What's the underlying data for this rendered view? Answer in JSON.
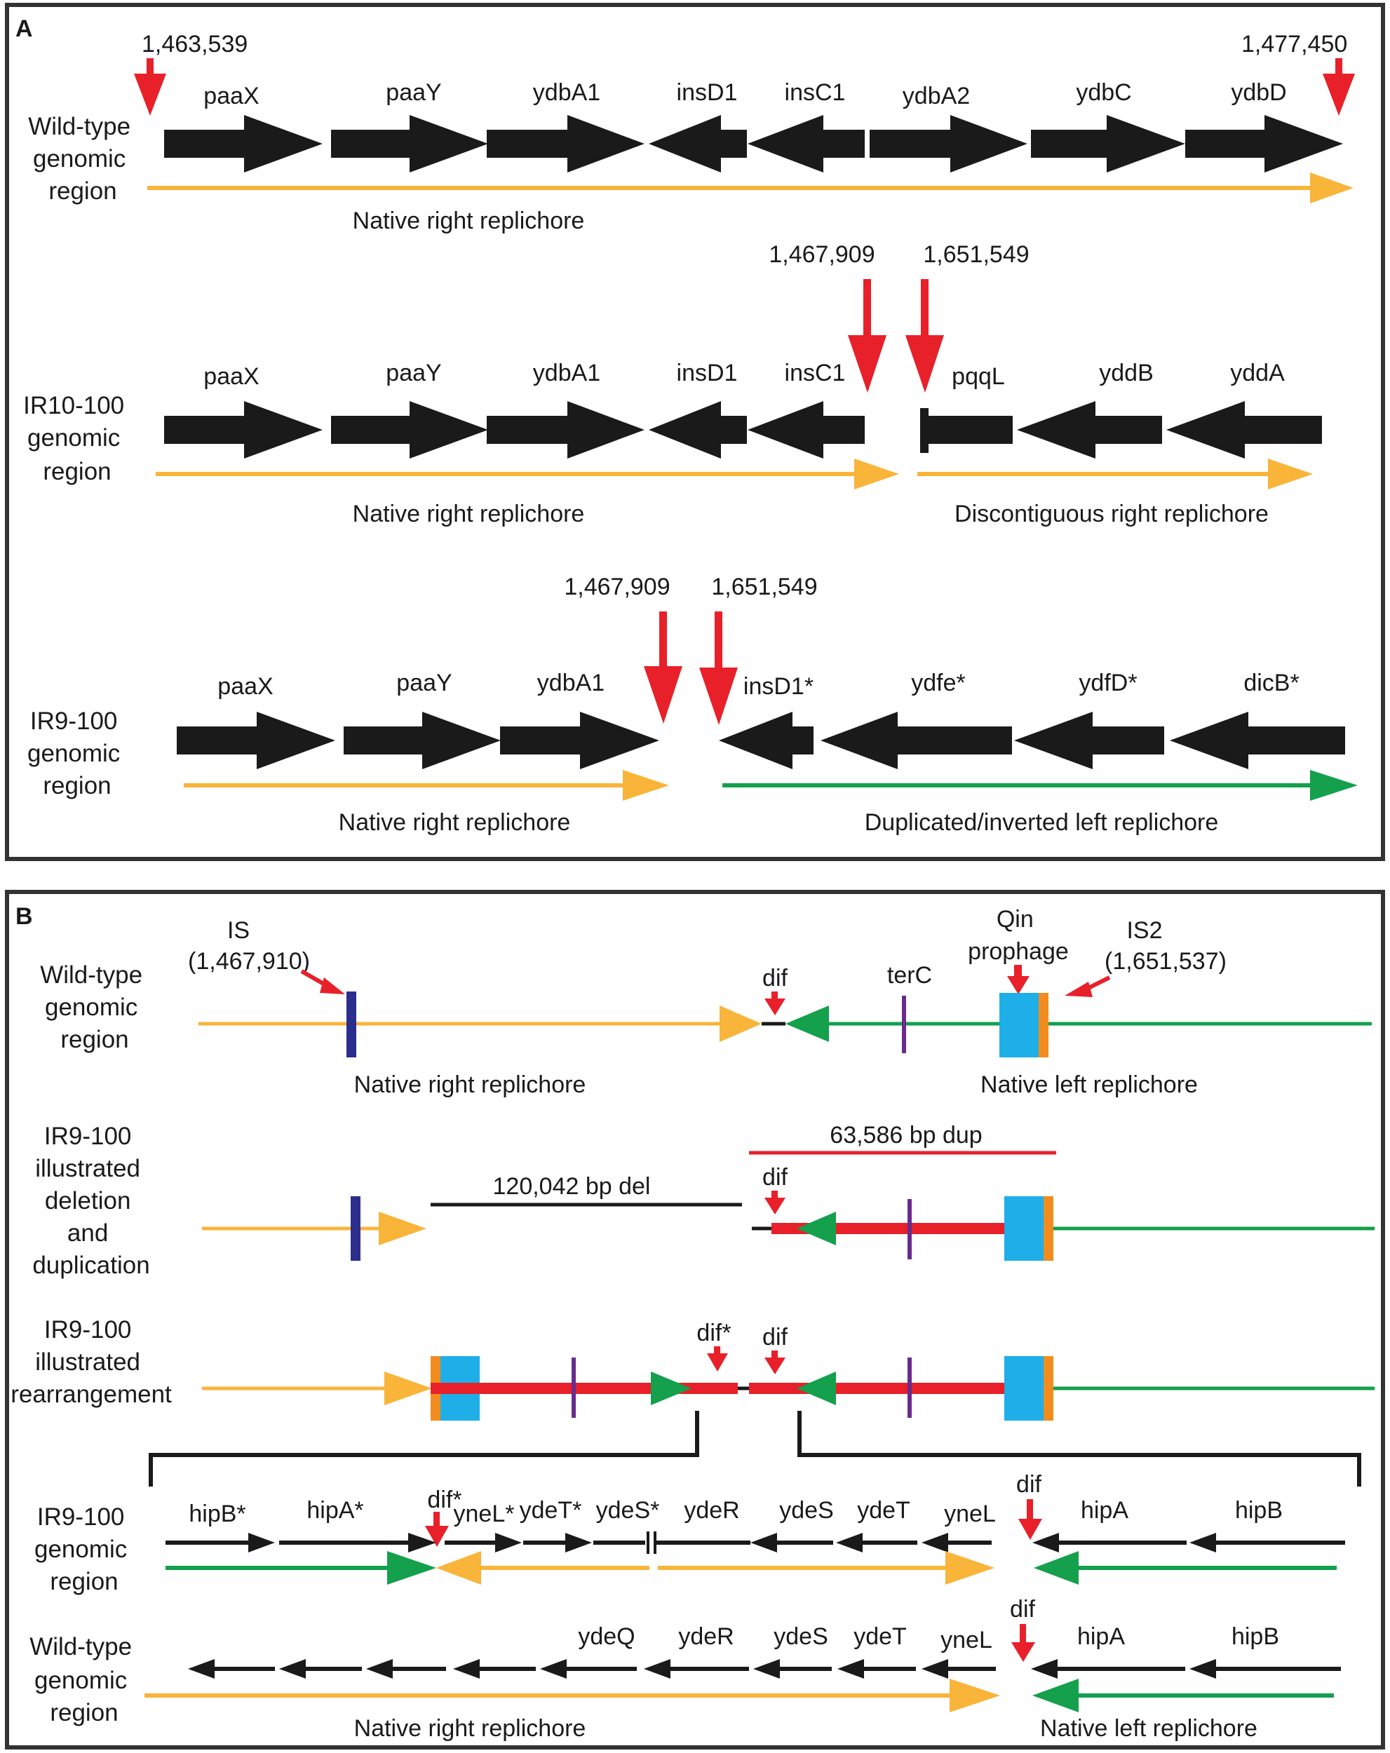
{
  "colors": {
    "gene": "#1a1a1a",
    "marker": "#e8202a",
    "right_replichore": "#f9b43a",
    "left_replichore": "#14a04c",
    "duplication": "#e8202a",
    "is_element": "#2b2e8c",
    "terC": "#6a2b8c",
    "qin_prophage": "#1eaee8",
    "is2": "#f28c1e",
    "border": "#333333"
  },
  "panel_a": {
    "label": "A",
    "rows": [
      {
        "title": [
          "Wild-type",
          "genomic",
          "region"
        ],
        "coords": [
          "1,463,539",
          "1,477,450"
        ],
        "genes": [
          "paaX",
          "paaY",
          "ydbA1",
          "insD1",
          "insC1",
          "ydbA2",
          "ydbC",
          "ydbD"
        ],
        "replichores": [
          "Native right replichore"
        ]
      },
      {
        "title": [
          "IR10-100",
          "genomic",
          "region"
        ],
        "coords": [
          "1,467,909",
          "1,651,549"
        ],
        "genes": [
          "paaX",
          "paaY",
          "ydbA1",
          "insD1",
          "insC1",
          "pqqL",
          "yddB",
          "yddA"
        ],
        "replichores": [
          "Native right replichore",
          "Discontiguous right replichore"
        ]
      },
      {
        "title": [
          "IR9-100",
          "genomic",
          "region"
        ],
        "coords": [
          "1,467,909",
          "1,651,549"
        ],
        "genes": [
          "paaX",
          "paaY",
          "ydbA1",
          "insD1*",
          "ydfe*",
          "ydfD*",
          "dicB*"
        ],
        "replichores": [
          "Native right replichore",
          "Duplicated/inverted left replichore"
        ]
      }
    ]
  },
  "panel_b": {
    "label": "B",
    "row1": {
      "title": [
        "Wild-type",
        "genomic",
        "region"
      ],
      "is_label": "IS",
      "is_coord": "(1,467,910)",
      "dif": "dif",
      "terC": "terC",
      "qin": [
        "Qin",
        "prophage"
      ],
      "is2_label": "IS2",
      "is2_coord": "(1,651,537)",
      "replichores": [
        "Native right replichore",
        "Native left replichore"
      ]
    },
    "row2": {
      "title": [
        "IR9-100",
        "illustrated",
        "deletion",
        "and",
        "duplication"
      ],
      "dup": "63,586 bp dup",
      "del": "120,042 bp del",
      "dif": "dif"
    },
    "row3": {
      "title": [
        "IR9-100",
        "illustrated",
        "rearrangement"
      ],
      "dif_star": "dif*",
      "dif": "dif"
    },
    "row4": {
      "title": [
        "IR9-100",
        "genomic",
        "region"
      ],
      "dif_star": "dif*",
      "dif": "dif",
      "genes": [
        "hipB*",
        "hipA*",
        "yneL*",
        "ydeT*",
        "ydeS*",
        "ydeR",
        "ydeS",
        "ydeT",
        "yneL",
        "hipA",
        "hipB"
      ]
    },
    "row5": {
      "title": [
        "Wild-type",
        "genomic",
        "region"
      ],
      "dif": "dif",
      "genes": [
        "ydeQ",
        "ydeR",
        "ydeS",
        "ydeT",
        "yneL",
        "hipA",
        "hipB"
      ],
      "replichores": [
        "Native right replichore",
        "Native left replichore"
      ]
    }
  }
}
